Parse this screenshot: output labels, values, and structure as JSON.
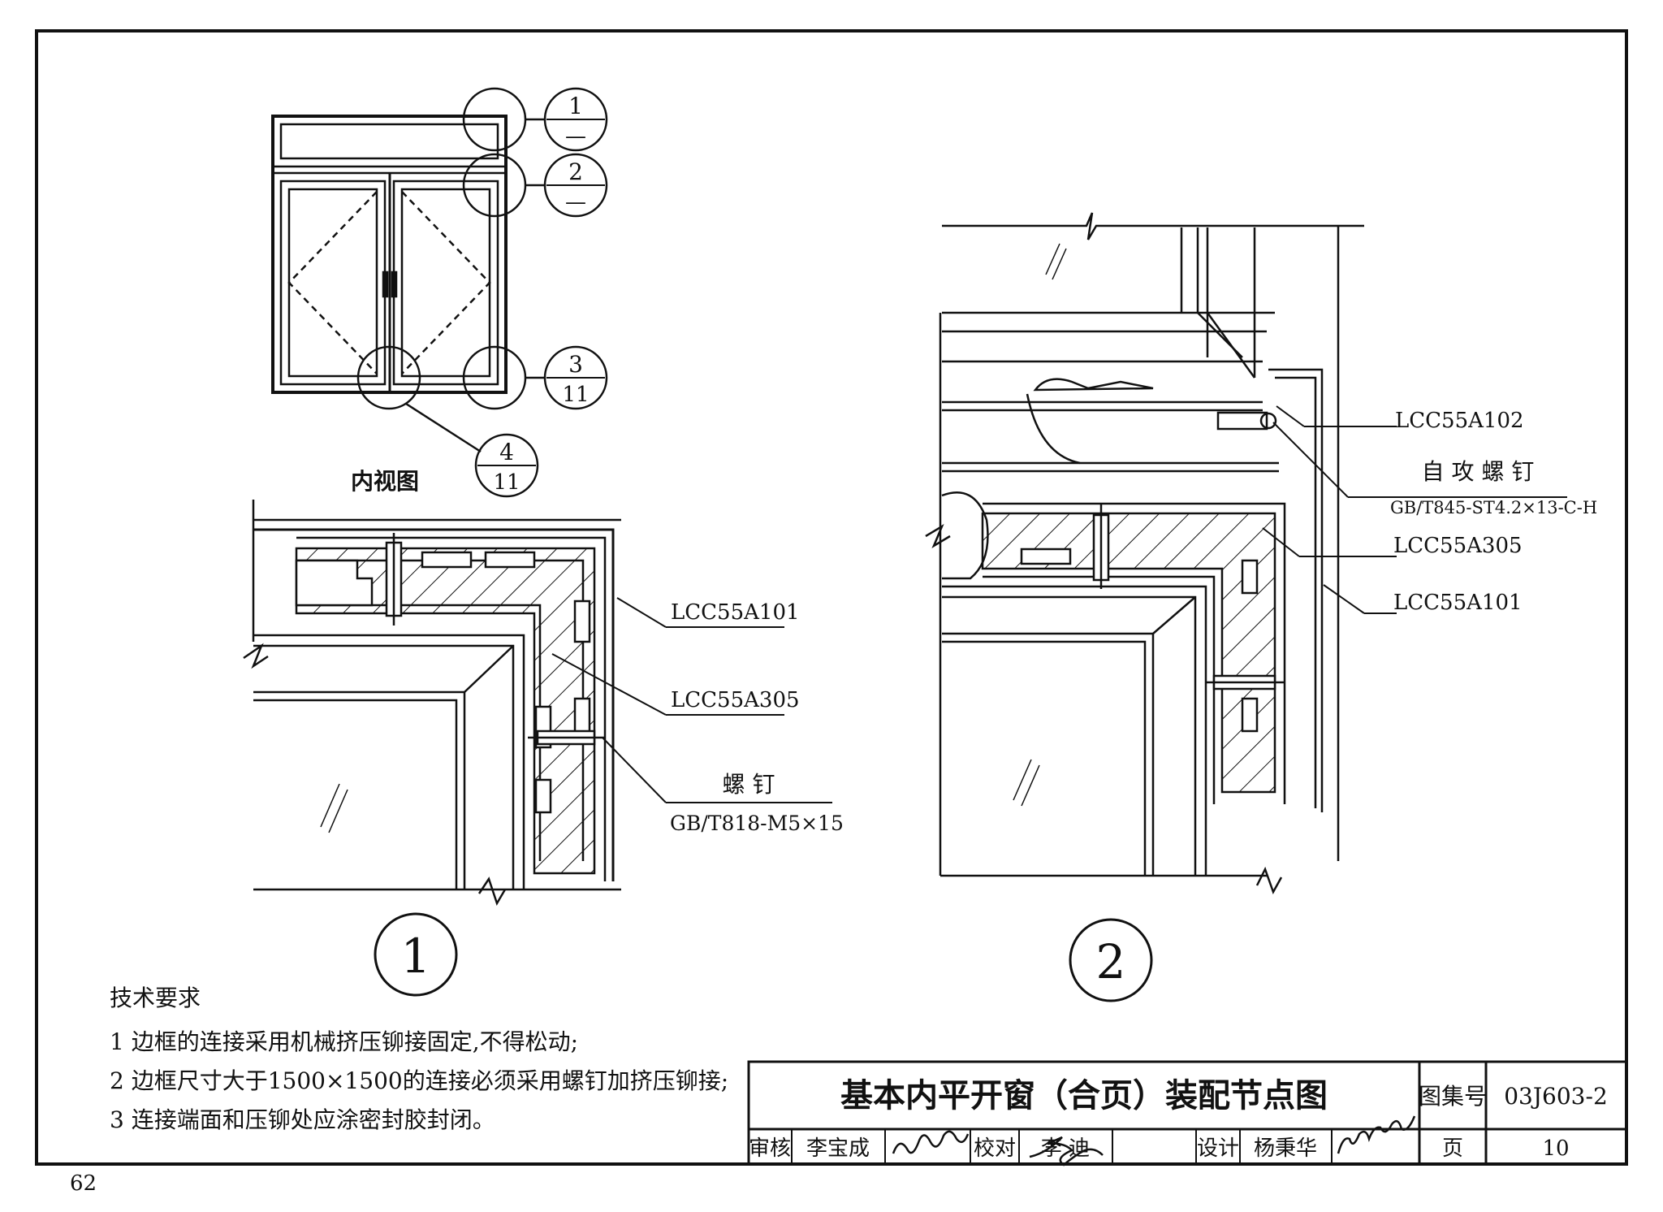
{
  "page_number": "62",
  "view_label": "内视图",
  "callouts": [
    {
      "top": "1",
      "bottom": "—"
    },
    {
      "top": "2",
      "bottom": "—"
    },
    {
      "top": "3",
      "bottom": "11"
    },
    {
      "top": "4",
      "bottom": "11"
    }
  ],
  "detail1": {
    "number": "1",
    "labels": {
      "frame": "LCC55A101",
      "corner": "LCC55A305",
      "screw_name": "螺 钉",
      "screw_spec": "GB/T818-M5×15"
    }
  },
  "detail2": {
    "number": "2",
    "labels": {
      "sash": "LCC55A102",
      "screw_name": "自 攻 螺 钉",
      "screw_spec": "GB/T845-ST4.2×13-C-H",
      "corner": "LCC55A305",
      "frame": "LCC55A101"
    }
  },
  "notes": {
    "title": "技术要求",
    "items": [
      "1 边框的连接采用机械挤压铆接固定,不得松动;",
      "2 边框尺寸大于1500×1500的连接必须采用螺钉加挤压铆接;",
      "3 连接端面和压铆处应涂密封胶封闭。"
    ]
  },
  "title_block": {
    "title": "基本内平开窗（合页）装配节点图",
    "atlas_label": "图集号",
    "atlas_no": "03J603-2",
    "review_label": "审核",
    "reviewer": "李宝成",
    "check_label": "校对",
    "checker": "李 迪",
    "design_label": "设计",
    "designer": "杨秉华",
    "page_label": "页",
    "page": "10"
  }
}
